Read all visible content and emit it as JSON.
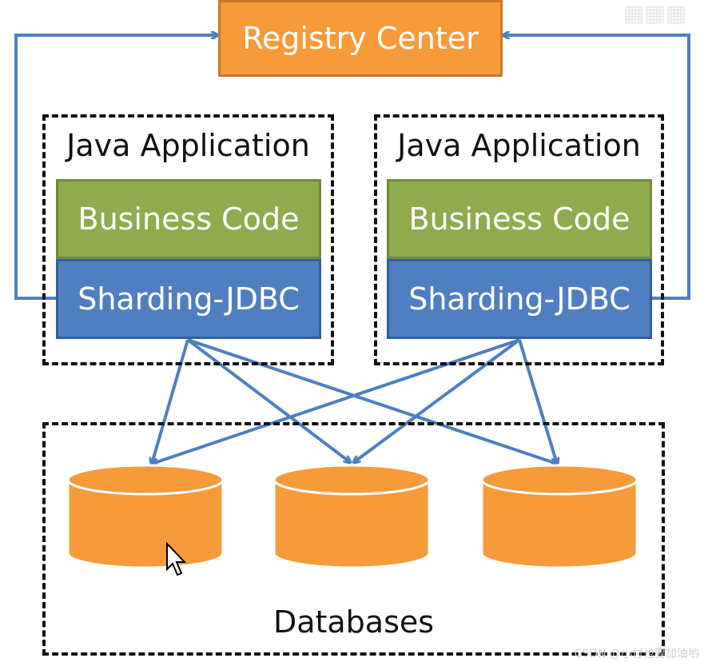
{
  "registry": {
    "label": "Registry Center"
  },
  "applications": [
    {
      "title": "Java Application",
      "business_label": "Business Code",
      "sharding_label": "Sharding-JDBC"
    },
    {
      "title": "Java Application",
      "business_label": "Business Code",
      "sharding_label": "Sharding-JDBC"
    }
  ],
  "databases": {
    "label": "Databases",
    "count": 3
  },
  "colors": {
    "registry": "#f79a3a",
    "business": "#8fab4e",
    "sharding": "#4f7fc0",
    "arrow": "#4f7fc0",
    "database": "#f79a3a"
  },
  "watermark": {
    "credit": "CSDN @小付也要加油哟"
  }
}
